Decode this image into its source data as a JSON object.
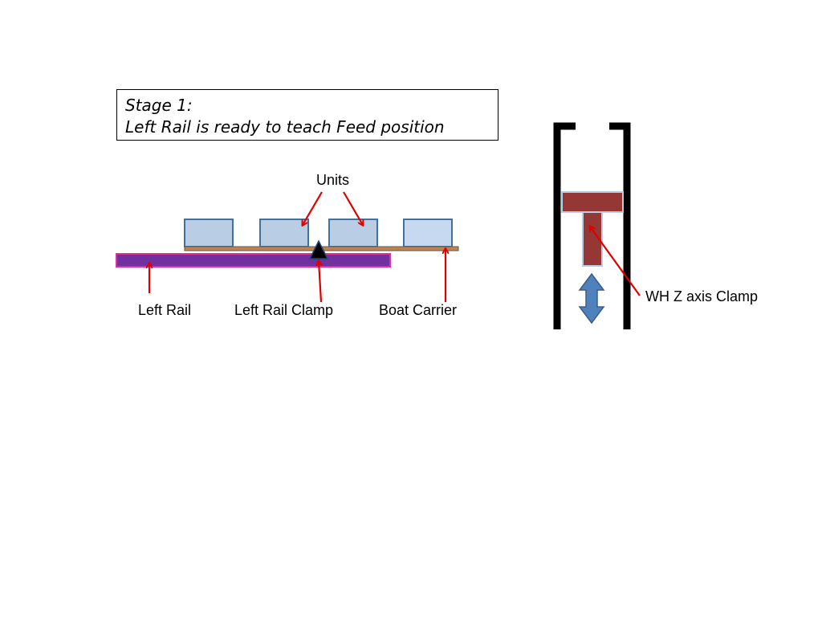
{
  "stage_box": {
    "line1": "Stage 1:",
    "line2": "Left Rail is ready to teach Feed position"
  },
  "labels": {
    "units": "Units",
    "left_rail": "Left Rail",
    "left_rail_clamp": "Left Rail Clamp",
    "boat_carrier": "Boat Carrier",
    "wh_z_axis_clamp": "WH Z axis Clamp"
  },
  "colors": {
    "unit_fill": "#b9cde5",
    "unit_fill_last": "#c6d9f1",
    "unit_stroke": "#41719c",
    "boat_carrier": "#c0824f",
    "left_rail_fill": "#7030a0",
    "left_rail_stroke": "#e0309a",
    "clamp_triangle": "#000000",
    "arrow": "#e00000",
    "wh_clamp_fill": "#953735",
    "wh_clamp_stroke": "#b9cde5",
    "double_arrow": "#4f81bd",
    "frame": "#000000"
  },
  "icons": {
    "clamp": "triangle-up",
    "z_motion": "double-arrow-vertical"
  }
}
